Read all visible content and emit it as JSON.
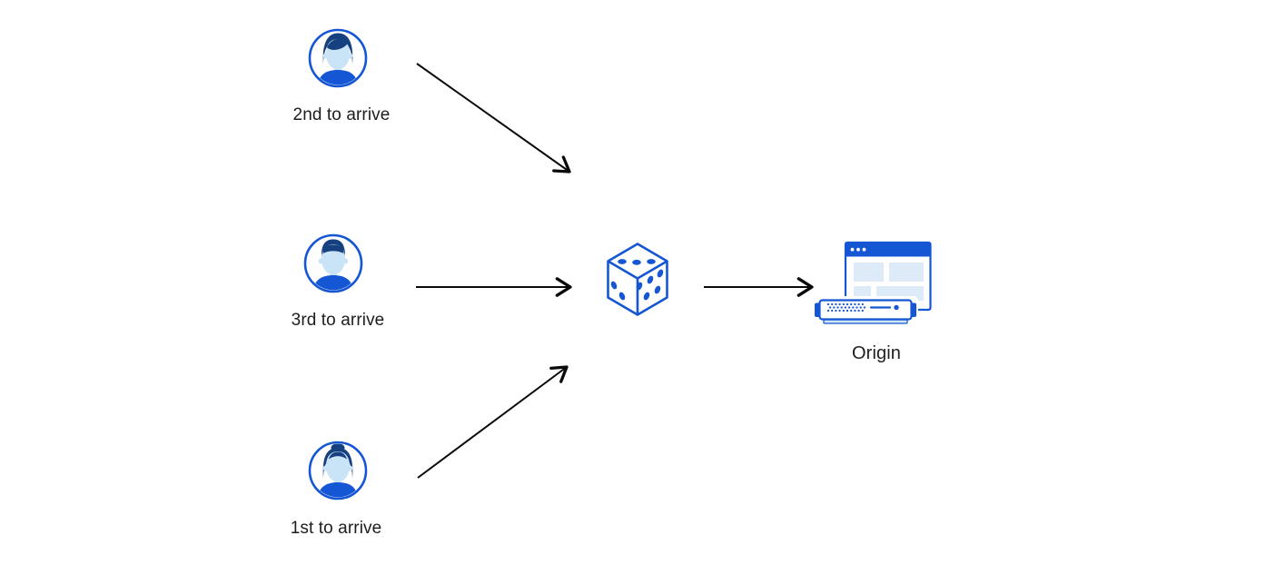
{
  "diagram": {
    "nodes": {
      "user_top": {
        "label": "2nd to arrive",
        "icon": "user-avatar-icon"
      },
      "user_middle": {
        "label": "3rd to arrive",
        "icon": "user-avatar-icon"
      },
      "user_bottom": {
        "label": "1st to arrive",
        "icon": "user-avatar-icon"
      },
      "dice": {
        "icon": "dice-icon"
      },
      "origin": {
        "label": "Origin",
        "icon": "origin-server-icon"
      }
    },
    "edges": [
      {
        "from": "user_top",
        "to": "dice"
      },
      {
        "from": "user_middle",
        "to": "dice"
      },
      {
        "from": "user_bottom",
        "to": "dice"
      },
      {
        "from": "dice",
        "to": "origin"
      }
    ],
    "colors": {
      "primary_blue": "#1556d4",
      "dark_navy": "#16407f",
      "skin_blue": "#c9e4f7",
      "panel_blue": "#ddebf8",
      "server_base_blue": "#cfe4f7",
      "arrow_color": "#0a0a0a",
      "text_color": "#1d1d1f",
      "background": "#ffffff"
    }
  }
}
